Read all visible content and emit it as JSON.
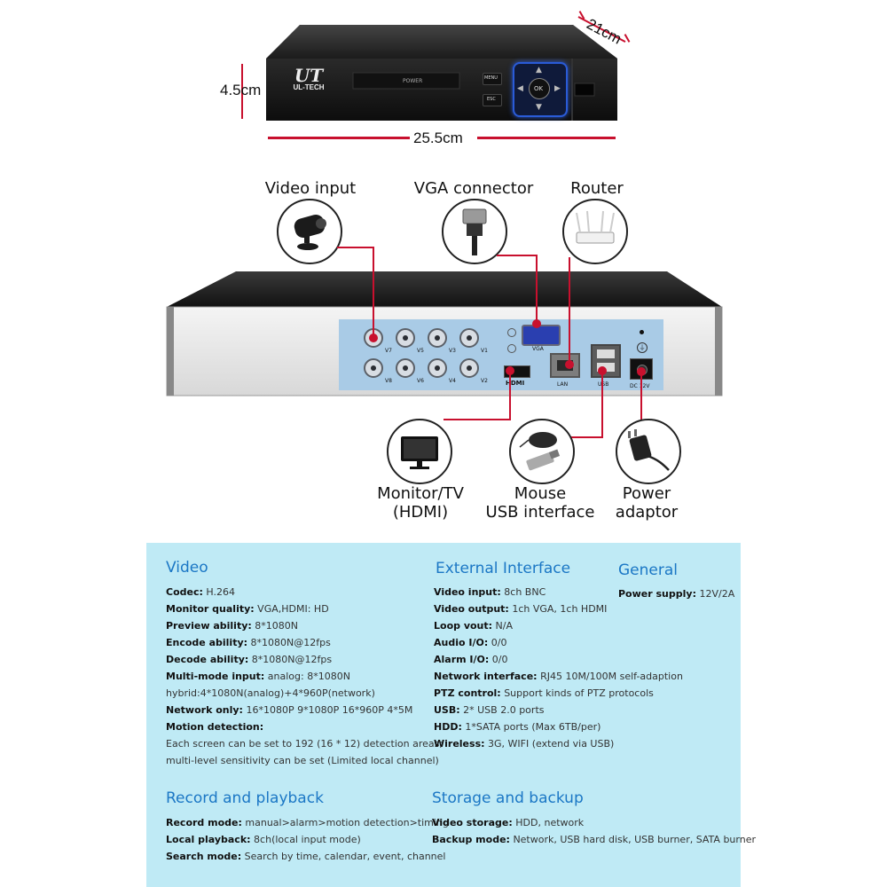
{
  "dimensions": {
    "depth": "21cm",
    "height": "4.5cm",
    "width": "25.5cm"
  },
  "front_panel": {
    "brand": "UL-TECH",
    "logo_letters": "UT",
    "power": "POWER",
    "menu": "MENU",
    "esc": "ESC",
    "ok": "OK"
  },
  "rear_panel": {
    "bnc_top": [
      "V7",
      "V5",
      "V3",
      "V1"
    ],
    "bnc_bottom": [
      "V8",
      "V6",
      "V4",
      "V2"
    ],
    "vga": "VGA",
    "hdmi": "HDMI",
    "lan": "LAN",
    "usb": "USB",
    "dc": "DC 12V"
  },
  "callouts": {
    "video_input": "Video input",
    "vga_connector": "VGA connector",
    "router": "Router",
    "monitor_1": "Monitor/TV",
    "monitor_2": "(HDMI)",
    "mouse_1": "Mouse",
    "mouse_2": "USB interface",
    "power_1": "Power",
    "power_2": "adaptor"
  },
  "colors": {
    "accent_red": "#c8102e",
    "heading_blue": "#1b77c5",
    "panel_bg": "#bfeaf5",
    "device_black": "#1a1a1a",
    "button_blue": "#2a5bd7"
  },
  "specs": {
    "video": {
      "title": "Video",
      "rows": [
        {
          "k": "Codec:",
          "v": "H.264"
        },
        {
          "k": "Monitor quality:",
          "v": "VGA,HDMI: HD"
        },
        {
          "k": "Preview ability:",
          "v": "8*1080N"
        },
        {
          "k": "Encode ability:",
          "v": "8*1080N@12fps"
        },
        {
          "k": "Decode ability:",
          "v": "8*1080N@12fps"
        },
        {
          "k": "Multi-mode input:",
          "v": "analog: 8*1080N"
        },
        {
          "k": "",
          "v": "hybrid:4*1080N(analog)+4*960P(network)"
        },
        {
          "k": "Network only:",
          "v": "16*1080P  9*1080P  16*960P  4*5M"
        },
        {
          "k": "Motion detection:",
          "v": ""
        },
        {
          "k": "",
          "v": "Each screen can be set to 192 (16 * 12) detection areas;"
        },
        {
          "k": "",
          "v": "multi-level sensitivity can be set (Limited local channel)"
        }
      ]
    },
    "external": {
      "title": "External Interface",
      "rows": [
        {
          "k": "Video input:",
          "v": "8ch BNC"
        },
        {
          "k": "Video output:",
          "v": "1ch VGA, 1ch HDMI"
        },
        {
          "k": "Loop vout:",
          "v": "N/A"
        },
        {
          "k": "Audio I/O:",
          "v": "0/0"
        },
        {
          "k": "Alarm I/O:",
          "v": "0/0"
        },
        {
          "k": "Network interface:",
          "v": "RJ45 10M/100M self-adaption"
        },
        {
          "k": "PTZ control:",
          "v": "Support kinds of PTZ protocols"
        },
        {
          "k": "USB:",
          "v": "2* USB 2.0 ports"
        },
        {
          "k": "HDD:",
          "v": "1*SATA ports (Max 6TB/per)"
        },
        {
          "k": "Wireless:",
          "v": "3G, WIFI (extend via USB)"
        }
      ]
    },
    "general": {
      "title": "General",
      "rows": [
        {
          "k": "Power supply:",
          "v": "12V/2A"
        }
      ]
    },
    "record": {
      "title": "Record and playback",
      "rows": [
        {
          "k": "Record mode:",
          "v": "manual>alarm>motion detection>timing"
        },
        {
          "k": "Local playback:",
          "v": "8ch(local input mode)"
        },
        {
          "k": "Search mode:",
          "v": "Search by time, calendar, event, channel"
        }
      ]
    },
    "storage": {
      "title": "Storage and backup",
      "rows": [
        {
          "k": "Video storage:",
          "v": "HDD, network"
        },
        {
          "k": "Backup mode:",
          "v": "Network, USB hard disk, USB burner, SATA burner"
        }
      ]
    }
  }
}
